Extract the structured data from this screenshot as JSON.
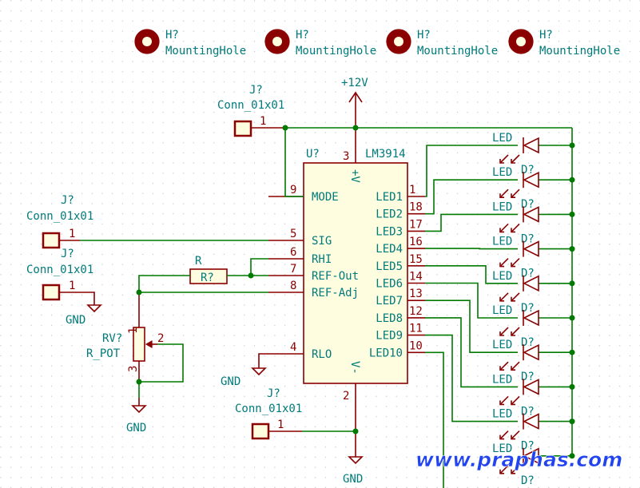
{
  "mounting_holes": [
    {
      "ref": "H?",
      "value": "MountingHole"
    },
    {
      "ref": "H?",
      "value": "MountingHole"
    },
    {
      "ref": "H?",
      "value": "MountingHole"
    },
    {
      "ref": "H?",
      "value": "MountingHole"
    }
  ],
  "power": {
    "vcc": "+12V",
    "gnd": "GND"
  },
  "connectors": {
    "top": {
      "ref": "J?",
      "value": "Conn_01x01",
      "pin": "1"
    },
    "sig": {
      "ref": "J?",
      "value": "Conn_01x01",
      "pin": "1"
    },
    "gnd": {
      "ref": "J?",
      "value": "Conn_01x01",
      "pin": "1"
    },
    "bottom": {
      "ref": "J?",
      "value": "Conn_01x01",
      "pin": "1"
    }
  },
  "resistor": {
    "ref": "R?",
    "value": "R"
  },
  "pot": {
    "ref": "RV?",
    "value": "R_POT",
    "pins": [
      "1",
      "2",
      "3"
    ]
  },
  "ic": {
    "ref": "U?",
    "value": "LM3914",
    "top_pin": {
      "num": "3",
      "name": "+V"
    },
    "bottom_pin": {
      "num": "2",
      "name": "V-"
    },
    "left_pins": [
      {
        "num": "9",
        "name": "MODE"
      },
      {
        "num": "5",
        "name": "SIG"
      },
      {
        "num": "6",
        "name": "RHI"
      },
      {
        "num": "7",
        "name": "REF-Out"
      },
      {
        "num": "8",
        "name": "REF-Adj"
      },
      {
        "num": "4",
        "name": "RLO"
      }
    ],
    "right_pins": [
      {
        "num": "1",
        "name": "LED1"
      },
      {
        "num": "18",
        "name": "LED2"
      },
      {
        "num": "17",
        "name": "LED3"
      },
      {
        "num": "16",
        "name": "LED4"
      },
      {
        "num": "15",
        "name": "LED5"
      },
      {
        "num": "14",
        "name": "LED6"
      },
      {
        "num": "13",
        "name": "LED7"
      },
      {
        "num": "12",
        "name": "LED8"
      },
      {
        "num": "11",
        "name": "LED9"
      },
      {
        "num": "10",
        "name": "LED10"
      }
    ]
  },
  "leds": {
    "ref": "D?",
    "value": "LED",
    "count": 10
  },
  "watermark": "www.praphas.com",
  "colors": {
    "wire": "#007a00",
    "symbol": "#8b0000",
    "symbol_fill": "#fffde0",
    "label": "#007a7a",
    "watermark": "#2244ee"
  }
}
